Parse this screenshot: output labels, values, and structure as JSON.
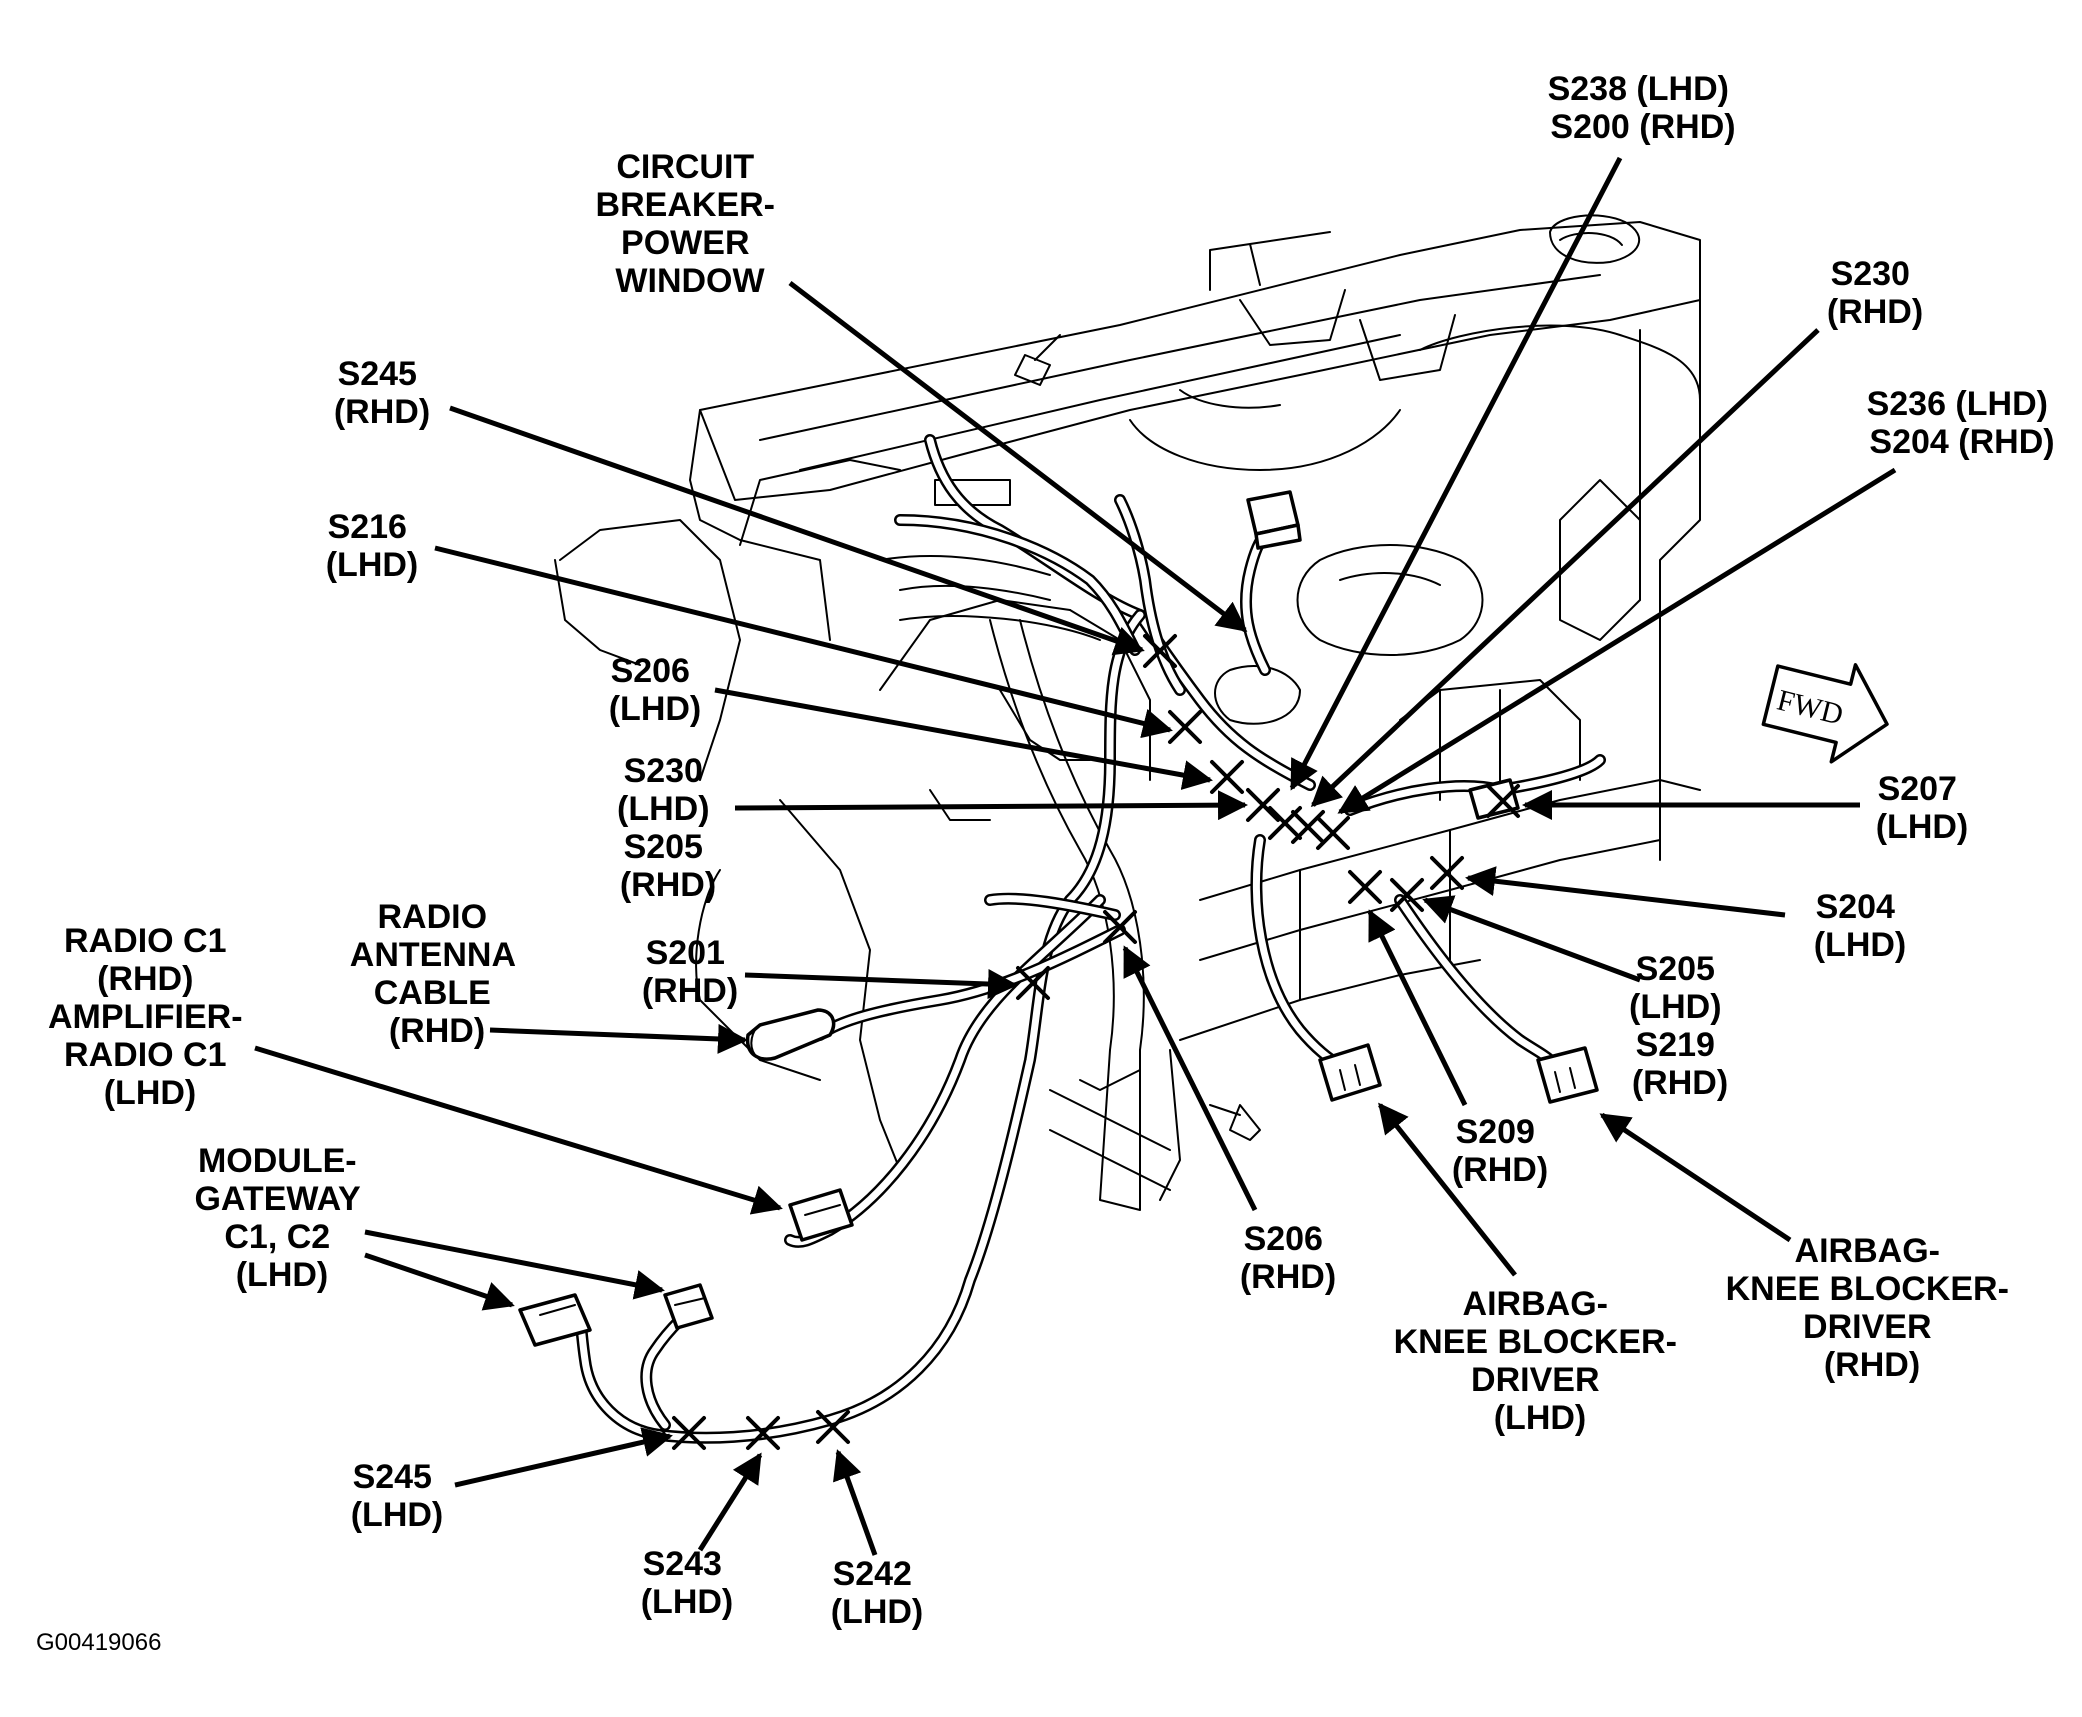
{
  "figure_id": "G00419066",
  "fwd_label": "FWD",
  "labels": {
    "s238_s200": [
      "S238 (LHD)",
      "S200 (RHD)"
    ],
    "circuit_breaker": [
      "CIRCUIT",
      "BREAKER-",
      "POWER",
      "WINDOW"
    ],
    "s230_rhd": [
      "S230",
      "(RHD)"
    ],
    "s236_s204": [
      "S236 (LHD)",
      "S204 (RHD)"
    ],
    "s245_rhd": [
      "S245",
      "(RHD)"
    ],
    "s216_lhd": [
      "S216",
      "(LHD)"
    ],
    "s206_lhd": [
      "S206",
      "(LHD)"
    ],
    "s230_s205": [
      "S230",
      "(LHD)",
      "S205",
      "(RHD)"
    ],
    "s207_lhd": [
      "S207",
      "(LHD)"
    ],
    "s204_lhd": [
      "S204",
      "(LHD)"
    ],
    "s205_s219": [
      "S205",
      "(LHD)",
      "S219",
      "(RHD)"
    ],
    "radio_antenna": [
      "RADIO",
      "ANTENNA",
      "CABLE",
      "(RHD)"
    ],
    "radio_c1": [
      "RADIO C1",
      "(RHD)",
      "AMPLIFIER-",
      "RADIO C1",
      "(LHD)"
    ],
    "s201_rhd": [
      "S201",
      "(RHD)"
    ],
    "s209_rhd": [
      "S209",
      "(RHD)"
    ],
    "s206_rhd": [
      "S206",
      "(RHD)"
    ],
    "module_gateway": [
      "MODULE-",
      "GATEWAY",
      "C1,  C2",
      "(LHD)"
    ],
    "airbag_lhd": [
      "AIRBAG-",
      "KNEE BLOCKER-",
      "DRIVER",
      "(LHD)"
    ],
    "airbag_rhd": [
      "AIRBAG-",
      "KNEE BLOCKER-",
      "DRIVER",
      "(RHD)"
    ],
    "s245_lhd": [
      "S245",
      "(LHD)"
    ],
    "s243_lhd": [
      "S243",
      "(LHD)"
    ],
    "s242_lhd": [
      "S242",
      "(LHD)"
    ]
  }
}
